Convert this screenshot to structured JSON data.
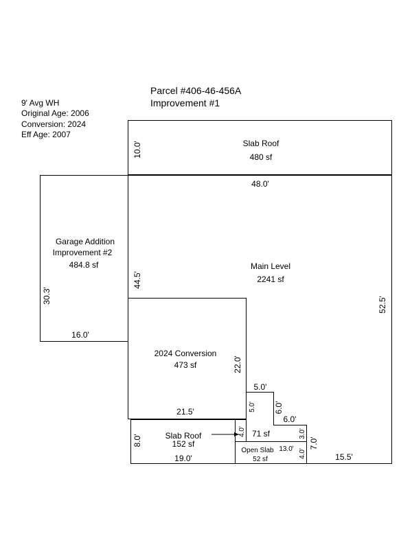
{
  "header": {
    "parcel": "Parcel #406-46-456A",
    "improvement": "Improvement #1"
  },
  "info": {
    "wall_height": "9' Avg WH",
    "original_age": "Original Age: 2006",
    "conversion": "Conversion: 2024",
    "eff_age": "Eff Age: 2007"
  },
  "areas": {
    "slab_roof_top": {
      "name": "Slab Roof",
      "area": "480 sf",
      "dim_height": "10.0'",
      "dim_width": "48.0'"
    },
    "main_level": {
      "name": "Main Level",
      "area": "2241 sf",
      "dim_left": "44.5'",
      "dim_right": "52.5'"
    },
    "garage": {
      "name_line1": "Garage Addition",
      "name_line2": "Improvement #2",
      "area": "484.8 sf",
      "dim_height": "30.3'",
      "dim_width": "16.0'"
    },
    "conversion": {
      "name": "2024 Conversion",
      "area": "473 sf",
      "dim_height": "22.0'",
      "dim_width": "21.5'"
    },
    "slab_roof_bottom": {
      "name": "Slab Roof",
      "area": "152 sf",
      "dim_height": "8.0'",
      "dim_width": "19.0'"
    },
    "small_patio": {
      "area": "71 sf",
      "dim_height": "4.0'"
    },
    "open_slab": {
      "name": "Open Slab",
      "area": "52 sf",
      "dim_width": "13.0'",
      "dim_height": "4.0'"
    }
  },
  "dimensions": {
    "step_5_width": "5.0'",
    "step_5_height": "5.0'",
    "step_6_height": "6.0'",
    "step_6_width": "6.0'",
    "step_3_height": "3.0'",
    "step_7_height": "7.0'",
    "bottom_right_width": "15.5'"
  }
}
